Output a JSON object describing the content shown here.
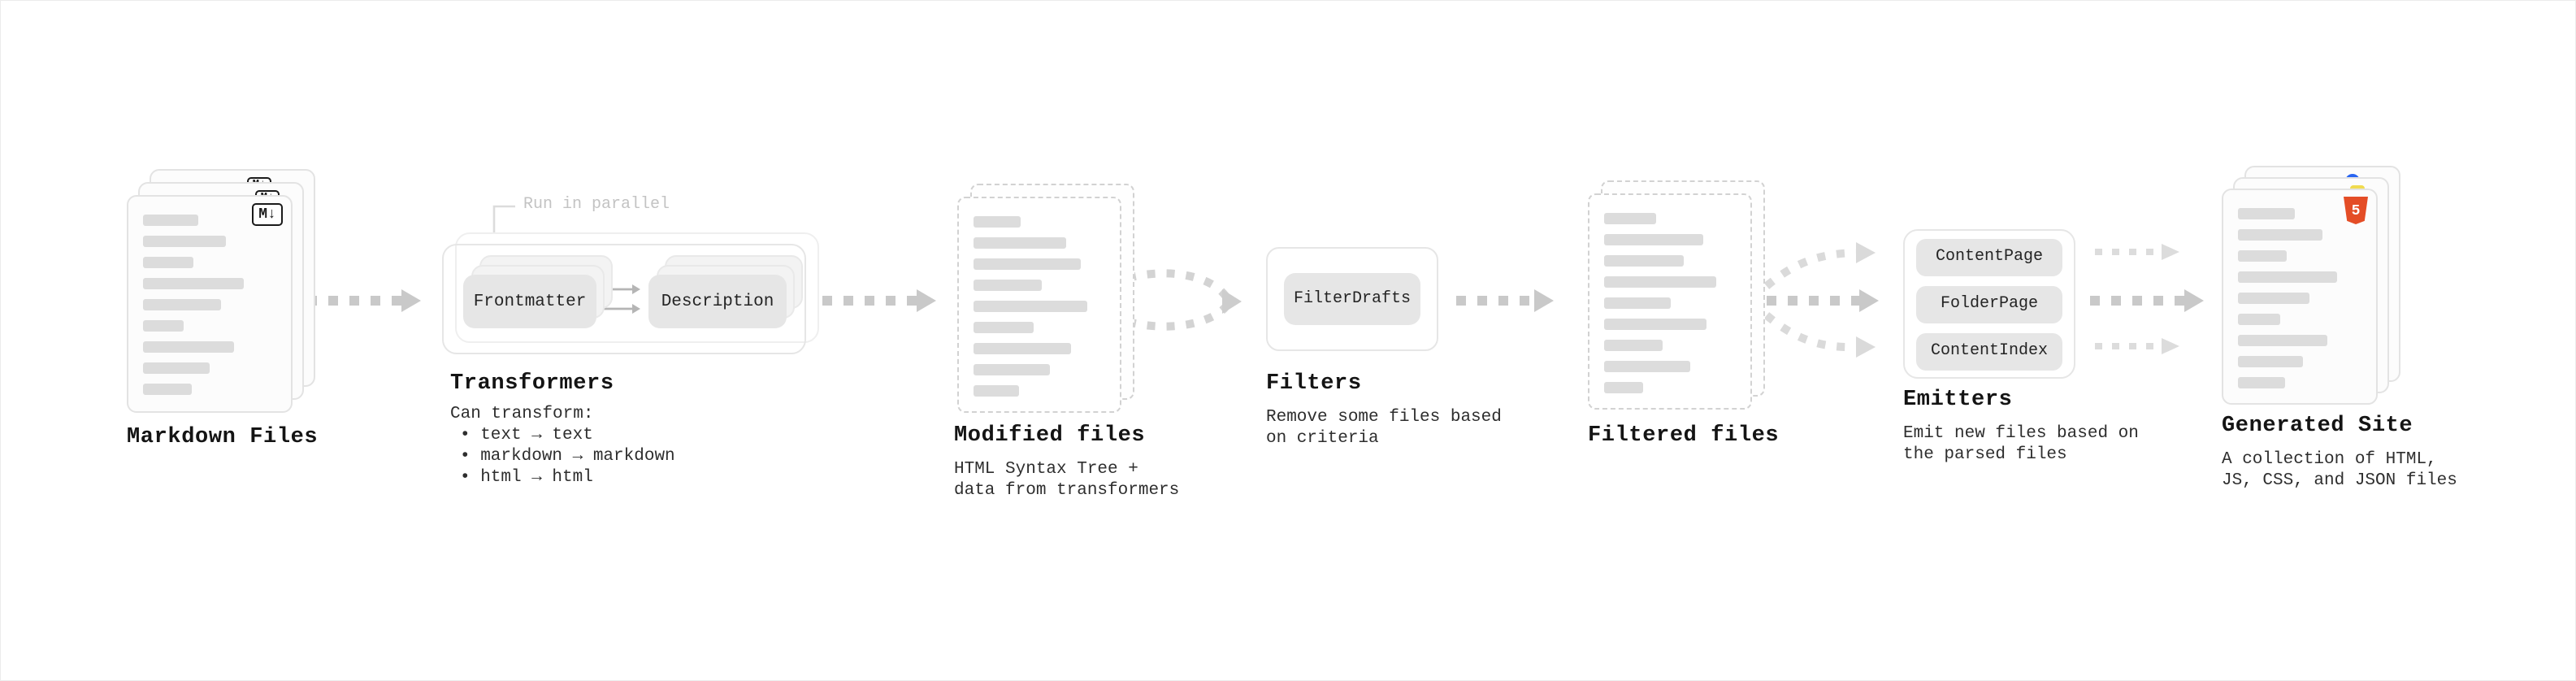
{
  "colors": {
    "arrow": "#c9c9c9",
    "arrow_light": "#dadada",
    "card_border": "#e3e3e3",
    "box_fill": "#e6e6e6",
    "bar_fill": "#dcdcdc",
    "heading_text": "#141414",
    "body_text": "#2e2e2e",
    "muted_text": "#c3c3c3",
    "markdown_badge": "#1a1a1a",
    "html5_orange": "#e44d26",
    "js_yellow": "#f0db4f",
    "css_blue": "#2965f1"
  },
  "icons": {
    "markdown_glyph": "M↓",
    "html5_glyph": "5"
  },
  "stages": {
    "markdown_files": {
      "label": "Markdown Files"
    },
    "transformers": {
      "label": "Transformers",
      "annotation": "Run in parallel",
      "boxes": [
        "Frontmatter",
        "Description"
      ],
      "description": [
        "Can transform:",
        "• text → text",
        "• markdown → markdown",
        "• html → html"
      ]
    },
    "modified_files": {
      "label": "Modified files",
      "description": [
        "HTML Syntax Tree +",
        "data from transformers"
      ]
    },
    "filters": {
      "label": "Filters",
      "boxes": [
        "FilterDrafts"
      ],
      "description": [
        "Remove some files based",
        "on criteria"
      ]
    },
    "filtered_files": {
      "label": "Filtered files"
    },
    "emitters": {
      "label": "Emitters",
      "boxes": [
        "ContentPage",
        "FolderPage",
        "ContentIndex"
      ],
      "description": [
        "Emit new files based on",
        "the parsed files"
      ]
    },
    "generated_site": {
      "label": "Generated Site",
      "description": [
        "A collection of HTML,",
        "JS, CSS, and JSON files"
      ]
    }
  }
}
